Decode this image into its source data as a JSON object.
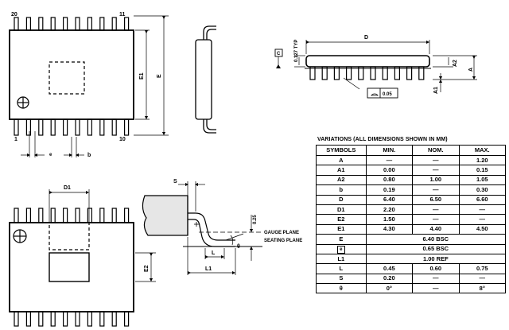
{
  "drawing": {
    "top_view": {
      "pin_top_left": "20",
      "pin_top_right": "11",
      "pin_bottom_left": "1",
      "pin_bottom_right": "10",
      "dim_E1": "E1",
      "dim_E": "E",
      "dim_e": "e",
      "dim_b": "b"
    },
    "front_view": {
      "dim_D": "D",
      "dim_A": "A",
      "dim_A2": "A2",
      "dim_A1": "A1",
      "dim_typ": "0.127 TYP",
      "datum": "C",
      "coplanarity": "0.05"
    },
    "bottom_view": {
      "dim_D1": "D1",
      "dim_E2": "E2"
    },
    "lead_detail": {
      "dim_S": "S",
      "dim_L": "L",
      "dim_L1": "L1",
      "dim_gauge": "0.25",
      "gauge_plane": "GAUGE PLANE",
      "seating_plane": "SEATING PLANE",
      "theta": "θ"
    }
  },
  "variations": {
    "title": "VARIATIONS (ALL DIMENSIONS SHOWN IN MM)",
    "headers": [
      "SYMBOLS",
      "MIN.",
      "NOM.",
      "MAX."
    ],
    "rows": [
      {
        "sym": "A",
        "min": "—",
        "nom": "—",
        "max": "1.20"
      },
      {
        "sym": "A1",
        "min": "0.00",
        "nom": "—",
        "max": "0.15"
      },
      {
        "sym": "A2",
        "min": "0.80",
        "nom": "1.00",
        "max": "1.05"
      },
      {
        "sym": "b",
        "min": "0.19",
        "nom": "—",
        "max": "0.30"
      },
      {
        "sym": "D",
        "min": "6.40",
        "nom": "6.50",
        "max": "6.60"
      },
      {
        "sym": "D1",
        "min": "2.20",
        "nom": "—",
        "max": "—"
      },
      {
        "sym": "E2",
        "min": "1.50",
        "nom": "—",
        "max": "—"
      },
      {
        "sym": "E1",
        "min": "4.30",
        "nom": "4.40",
        "max": "4.50"
      }
    ],
    "span_rows": [
      {
        "sym": "E",
        "value": "6.40 BSC"
      },
      {
        "sym": "e",
        "value": "0.65 BSC"
      },
      {
        "sym": "L1",
        "value": "1.00 REF"
      }
    ],
    "tail_rows": [
      {
        "sym": "L",
        "min": "0.45",
        "nom": "0.60",
        "max": "0.75"
      },
      {
        "sym": "S",
        "min": "0.20",
        "nom": "—",
        "max": "—"
      },
      {
        "sym": "θ",
        "min": "0°",
        "nom": "—",
        "max": "8°"
      }
    ]
  }
}
